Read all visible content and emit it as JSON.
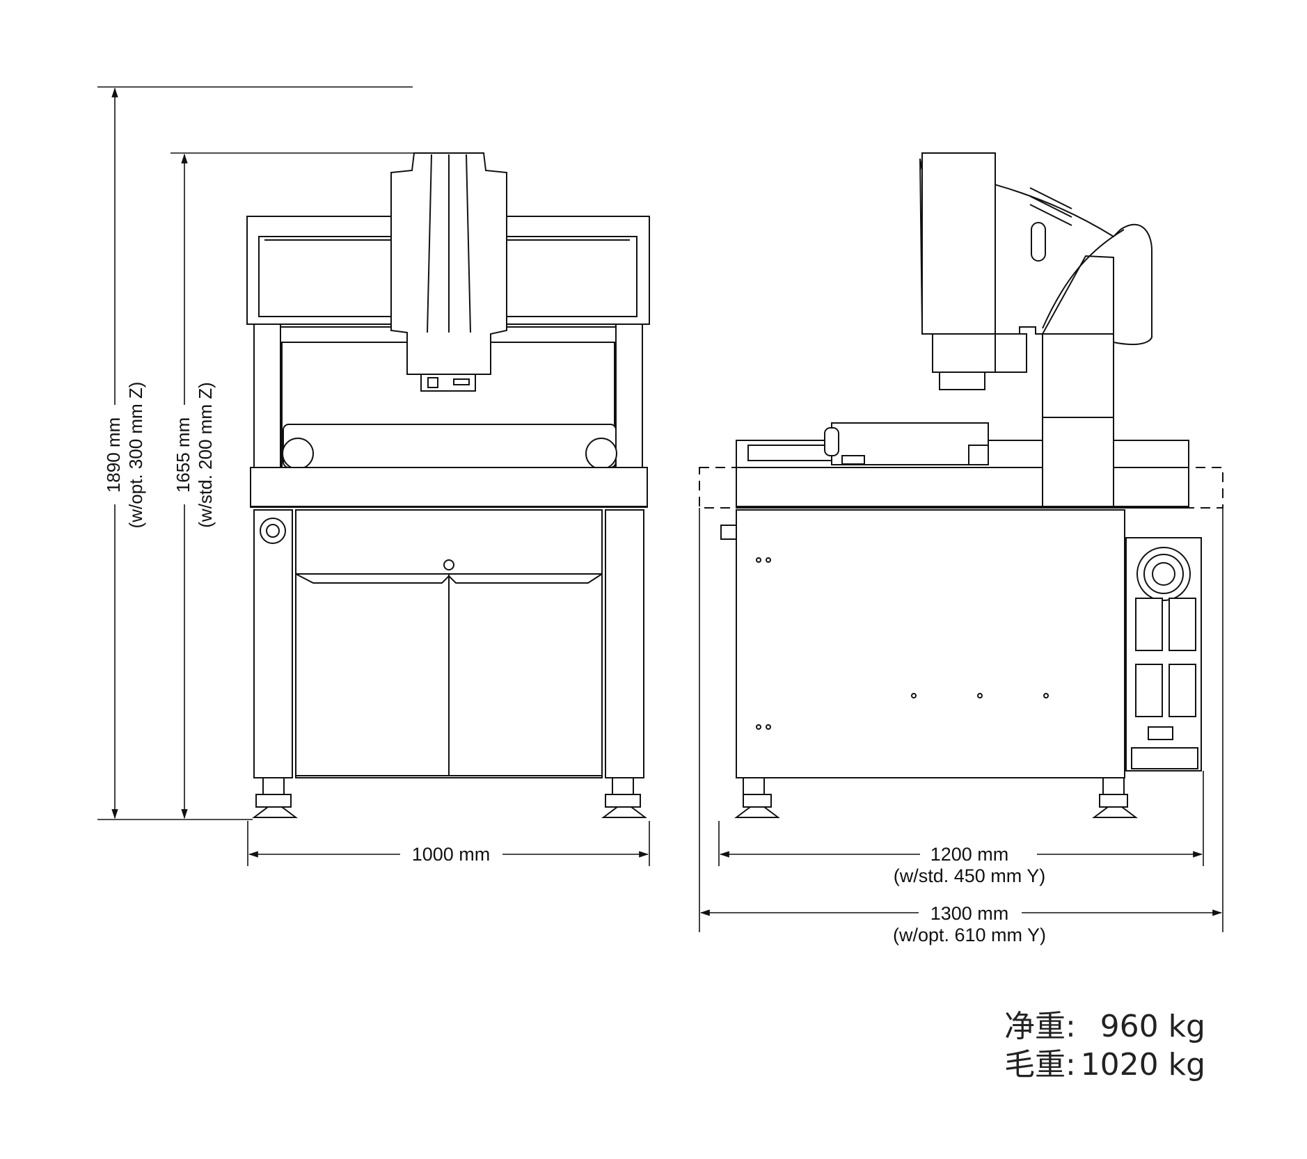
{
  "dimensions": {
    "height_total": "1890 mm",
    "height_total_note": "(w/opt. 300 mm Z)",
    "height_std": "1655 mm",
    "height_std_note": "(w/std. 200 mm Z)",
    "width_front": "1000 mm",
    "depth_std": "1200 mm",
    "depth_std_note": "(w/std. 450 mm Y)",
    "depth_opt": "1300 mm",
    "depth_opt_note": "(w/opt. 610 mm Y)"
  },
  "weights": {
    "net_label": "净重:",
    "net_value": "960 kg",
    "gross_label": "毛重:",
    "gross_value": "1020 kg"
  }
}
